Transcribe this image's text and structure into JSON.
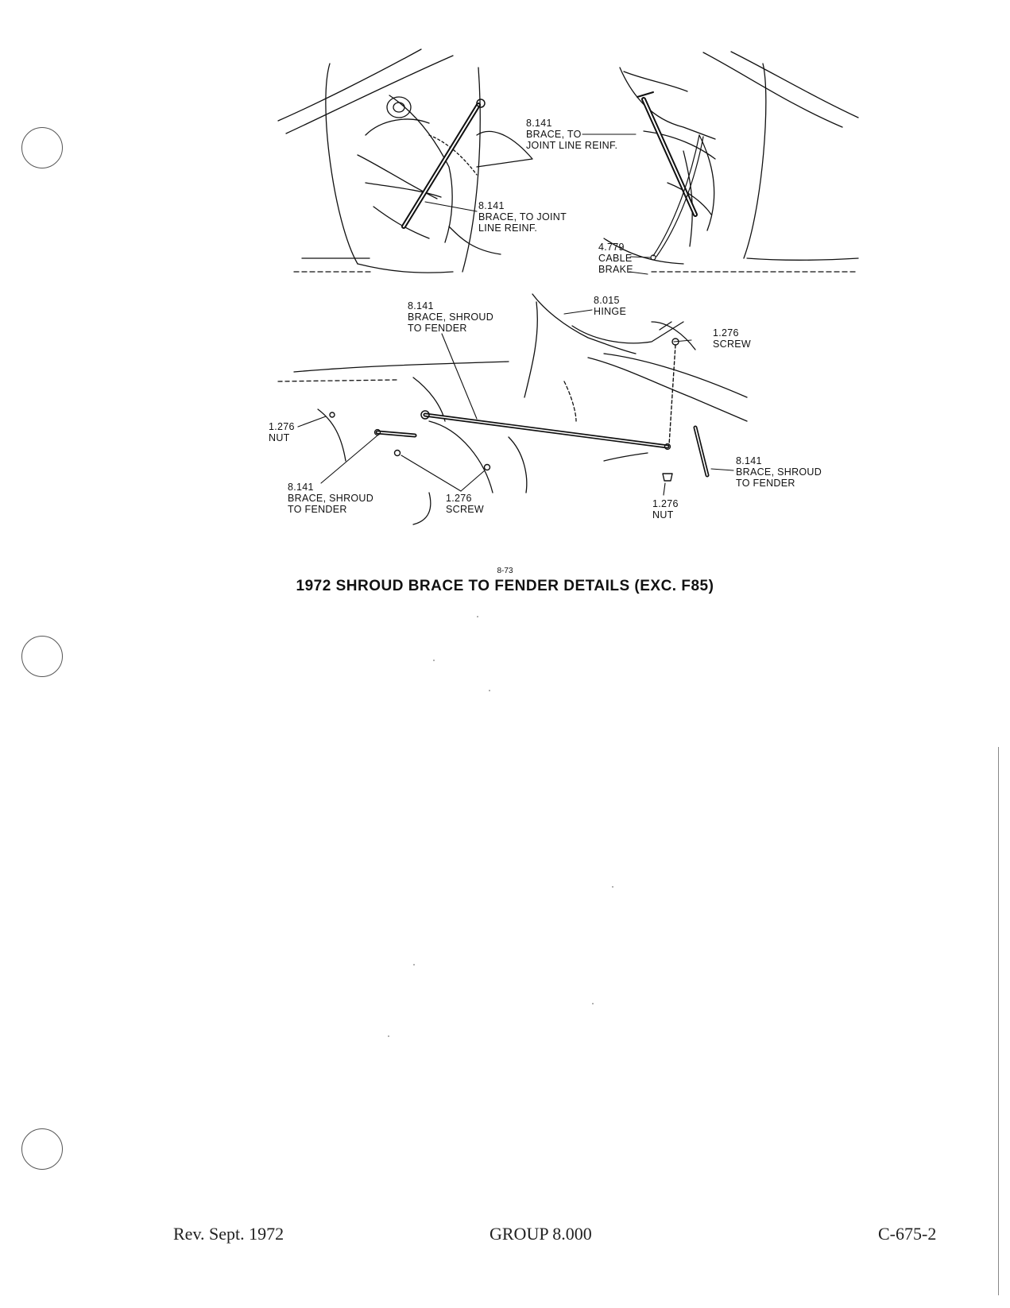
{
  "figure": {
    "figure_number": "8-73",
    "caption": "1972 SHROUD BRACE TO FENDER DETAILS (EXC. F85)",
    "callouts": {
      "upper_right_brace": "8.141\nBRACE, TO\nJOINT LINE REINF.",
      "upper_left_brace": "8.141\nBRACE, TO JOINT\nLINE REINF.",
      "cable_brake": "4.779\nCABLE\nBRAKE",
      "hinge": "8.015\nHINGE",
      "brace_shroud_center": "8.141\nBRACE, SHROUD\nTO FENDER",
      "screw_top_right": "1.276\nSCREW",
      "nut_left": "1.276\nNUT",
      "brace_shroud_left": "8.141\nBRACE, SHROUD\nTO FENDER",
      "screw_bottom": "1.276\nSCREW",
      "nut_bottom_right": "1.276\nNUT",
      "brace_shroud_right": "8.141\nBRACE, SHROUD\nTO FENDER"
    }
  },
  "footer": {
    "revision": "Rev. Sept. 1972",
    "group": "GROUP 8.000",
    "page_code": "C-675-2"
  }
}
